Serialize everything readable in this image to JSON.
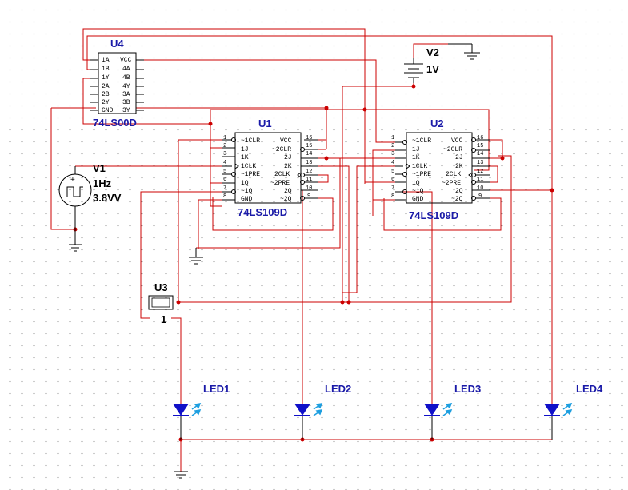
{
  "u4": {
    "ref": "U4",
    "part": "74LS00D",
    "left_pins": [
      "1A",
      "1B",
      "1Y",
      "2A",
      "2B",
      "2Y",
      "GND"
    ],
    "right_pins": [
      "VCC",
      "4A",
      "4B",
      "4Y",
      "3A",
      "3B",
      "3Y"
    ]
  },
  "u1": {
    "ref": "U1",
    "part": "74LS109D",
    "left_pins": [
      "~1CLR",
      "1J",
      "1K",
      "1CLK",
      "~1PRE",
      "1Q",
      "~1Q",
      "GND"
    ],
    "right_pins": [
      "VCC",
      "~2CLR",
      "2J",
      "2K",
      "2CLK",
      "~2PRE",
      "2Q",
      "~2Q"
    ],
    "left_nums": [
      "1",
      "2",
      "3",
      "4",
      "5",
      "6",
      "7",
      "8"
    ],
    "right_nums": [
      "16",
      "15",
      "14",
      "13",
      "12",
      "11",
      "10",
      "9"
    ]
  },
  "u2": {
    "ref": "U2",
    "part": "74LS109D",
    "left_pins": [
      "~1CLR",
      "1J",
      "1K",
      "1CLK",
      "~1PRE",
      "1Q",
      "~1Q",
      "GND"
    ],
    "right_pins": [
      "VCC",
      "~2CLR",
      "2J",
      "2K",
      "2CLK",
      "~2PRE",
      "2Q",
      "~2Q"
    ],
    "left_nums": [
      "1",
      "2",
      "3",
      "4",
      "5",
      "6",
      "7",
      "8"
    ],
    "right_nums": [
      "16",
      "15",
      "14",
      "13",
      "12",
      "11",
      "10",
      "9"
    ]
  },
  "v1": {
    "ref": "V1",
    "freq": "1Hz",
    "volt": "3.8VV"
  },
  "v2": {
    "ref": "V2",
    "volt": "1V"
  },
  "u3": {
    "ref": "U3",
    "value": "1"
  },
  "leds": [
    "LED1",
    "LED2",
    "LED3",
    "LED4"
  ],
  "colors": {
    "wire": "#cc0000",
    "ref_label": "#1a1aa8",
    "led": "#1010c8",
    "led_light": "#1e9fe0",
    "grid_dot": "#9a9a9a"
  }
}
